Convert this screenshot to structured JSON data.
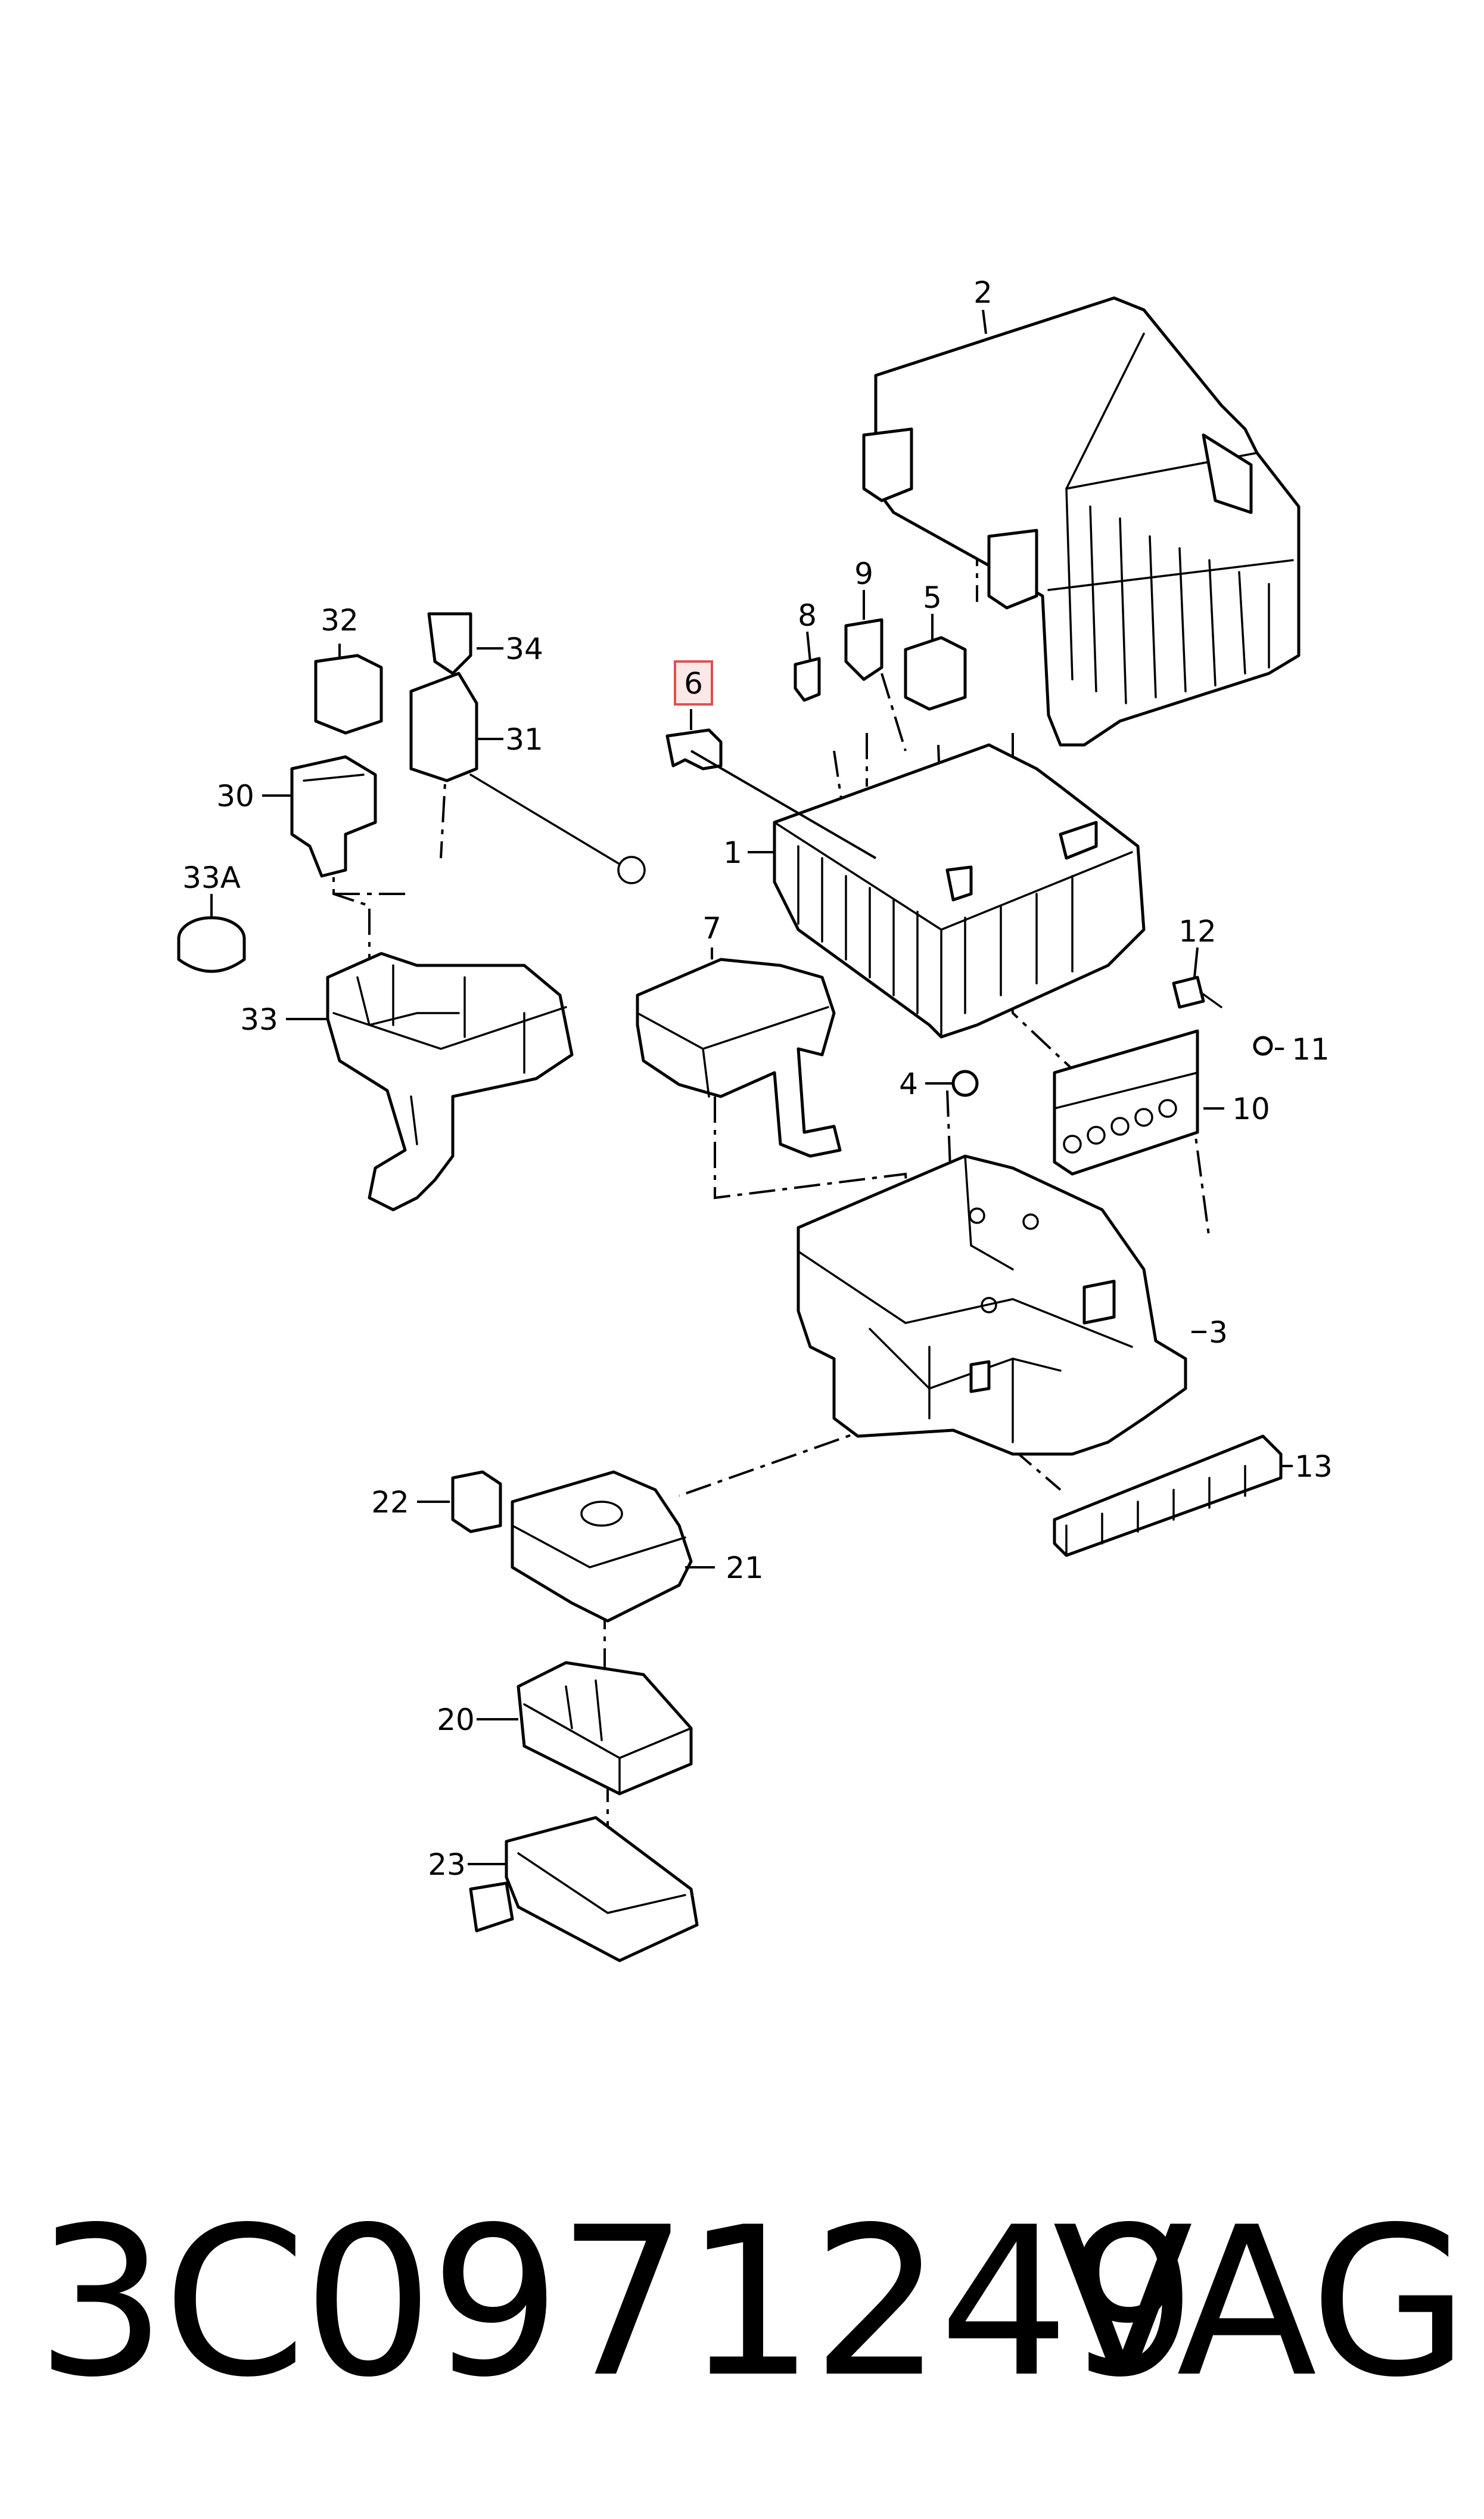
{
  "diagram": {
    "highlighted_callout": "6",
    "highlight_color": "#e05050",
    "callouts": [
      "2",
      "1",
      "3",
      "4",
      "5",
      "6",
      "7",
      "8",
      "9",
      "10",
      "11",
      "12",
      "13",
      "20",
      "21",
      "22",
      "23",
      "30",
      "31",
      "32",
      "33",
      "33A",
      "34"
    ]
  },
  "footer": {
    "part_number": "3C0971249",
    "brand": "VAG"
  }
}
